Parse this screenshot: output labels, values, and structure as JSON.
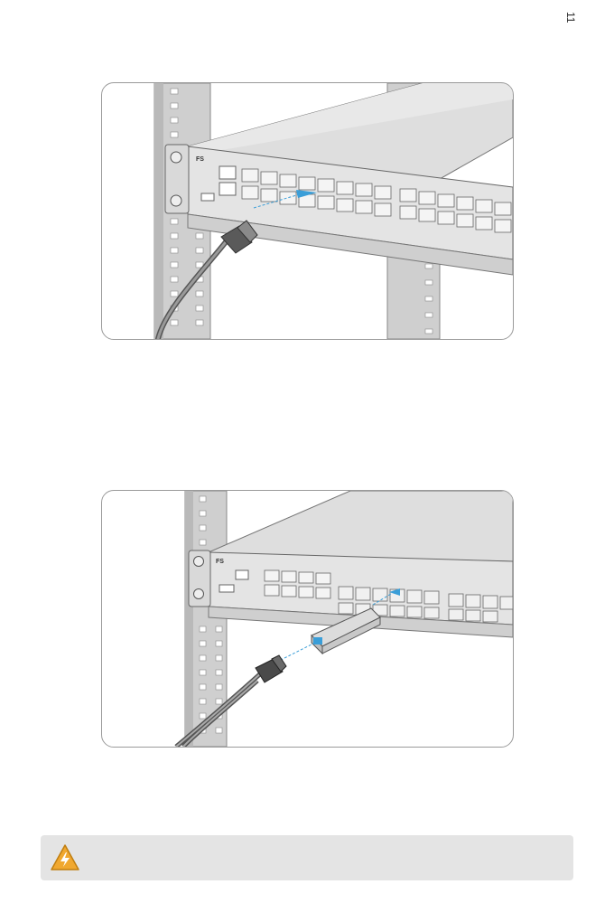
{
  "page": {
    "number": "11"
  },
  "figures": [
    {
      "label": "switch-rj45-installation",
      "brand_logo": "FS",
      "icon": "arrow-icon"
    },
    {
      "label": "switch-sfp-installation",
      "brand_logo": "FS",
      "icon": "arrow-icon"
    }
  ],
  "warning": {
    "icon": "electrical-hazard-icon",
    "accent_color": "#f0a830",
    "text": ""
  },
  "colors": {
    "arrow": "#3a9ed8",
    "rack": "#c8c8c8",
    "device": "#e6e6e6",
    "border": "#9a9a9a"
  }
}
